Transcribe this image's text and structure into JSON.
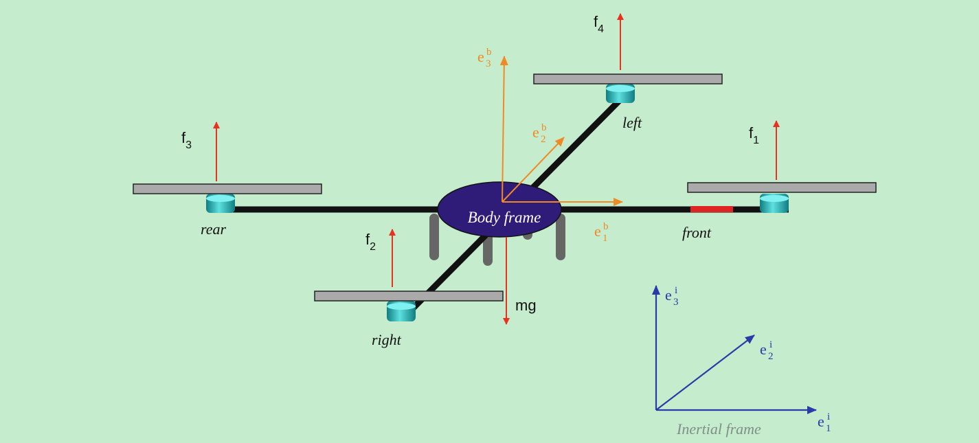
{
  "colors": {
    "background": "#c6ecce",
    "arm": "#111111",
    "rotor_bar": "#aaaaaa",
    "motor": "#1fa9a9",
    "force": "#e8321f",
    "body_frame_axis": "#f08a24",
    "inertial_axis": "#2a3aa8",
    "body": "#2e1c78",
    "front_marker": "#e02424",
    "legs": "#666666"
  },
  "body": {
    "label": "Body frame"
  },
  "rotors": [
    {
      "position": "front",
      "label": "front",
      "force": "f",
      "force_sub": "1"
    },
    {
      "position": "right",
      "label": "right",
      "force": "f",
      "force_sub": "2"
    },
    {
      "position": "rear",
      "label": "rear",
      "force": "f",
      "force_sub": "3"
    },
    {
      "position": "left",
      "label": "left",
      "force": "f",
      "force_sub": "4"
    }
  ],
  "gravity": {
    "label": "mg"
  },
  "body_axes": [
    {
      "base": "e",
      "sup": "b",
      "sub": "1"
    },
    {
      "base": "e",
      "sup": "b",
      "sub": "2"
    },
    {
      "base": "e",
      "sup": "b",
      "sub": "3"
    }
  ],
  "inertial_axes": [
    {
      "base": "e",
      "sup": "i",
      "sub": "1"
    },
    {
      "base": "e",
      "sup": "i",
      "sub": "2"
    },
    {
      "base": "e",
      "sup": "i",
      "sub": "3"
    }
  ],
  "inertial": {
    "label": "Inertial frame"
  }
}
